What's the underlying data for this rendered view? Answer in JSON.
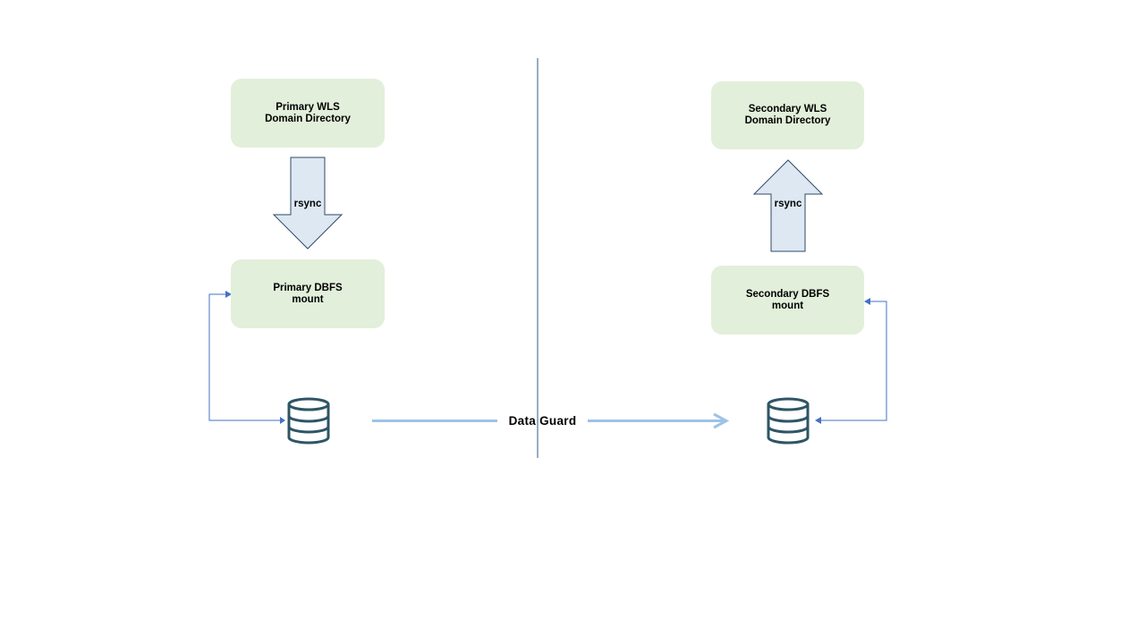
{
  "primary": {
    "wls_box": {
      "line1": "Primary WLS",
      "line2": "Domain Directory"
    },
    "dbfs_box": {
      "line1": "Primary DBFS",
      "line2": "mount"
    },
    "rsync_label": "rsync"
  },
  "secondary": {
    "wls_box": {
      "line1": "Secondary WLS",
      "line2": "Domain Directory"
    },
    "dbfs_box": {
      "line1": "Secondary DBFS",
      "line2": "mount"
    },
    "rsync_label": "rsync"
  },
  "replication_label": "Data Guard",
  "colors": {
    "box_fill": "#e2efda",
    "block_arrow_fill": "#dde8f3",
    "block_arrow_stroke": "#2f4a66",
    "connector": "#4472c4",
    "data_guard_line": "#9dc3e6",
    "divider": "#2e5b8a",
    "database_icon": "#2e5566"
  },
  "icons": [
    "database-icon",
    "database-icon"
  ]
}
